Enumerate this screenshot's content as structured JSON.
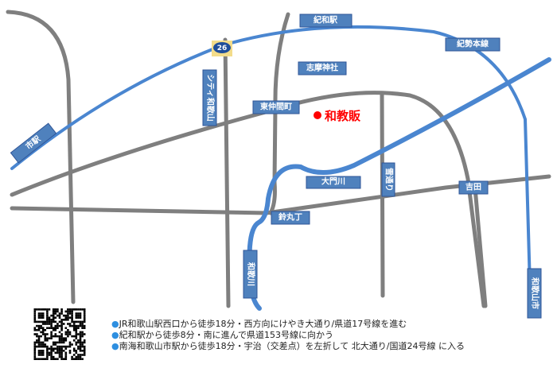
{
  "map": {
    "labels": {
      "kiwa_station": "紀和駅",
      "kisei_line": "紀勢本線",
      "shima_shrine": "志摩神社",
      "higashi_nakamachi": "東仲間町",
      "daimon_river": "大門川",
      "yoshida": "吉田",
      "suzumarucho": "鈴丸丁",
      "city_wakayama": "シティ和歌山",
      "yuki_dori": "雪通り",
      "waka_river": "和歌川",
      "wakayamashi": "和歌山市",
      "shi_station": "市駅",
      "route_number": "26"
    },
    "destination": "和教販",
    "colors": {
      "road": "#7f7f7f",
      "rail": "#4a86d0",
      "label_fill": "#4f81bd",
      "destination": "#ff0000"
    }
  },
  "directions": [
    "JR和歌山駅西口から徒歩18分・西方向にけやき大通り/県道17号線を進む",
    "紀和駅から徒歩8分・南に進んで県道153号線に向かう",
    "南海和歌山市駅から徒歩18分・宇治（交差点）を左折して 北大通り/国道24号線 に入る"
  ]
}
